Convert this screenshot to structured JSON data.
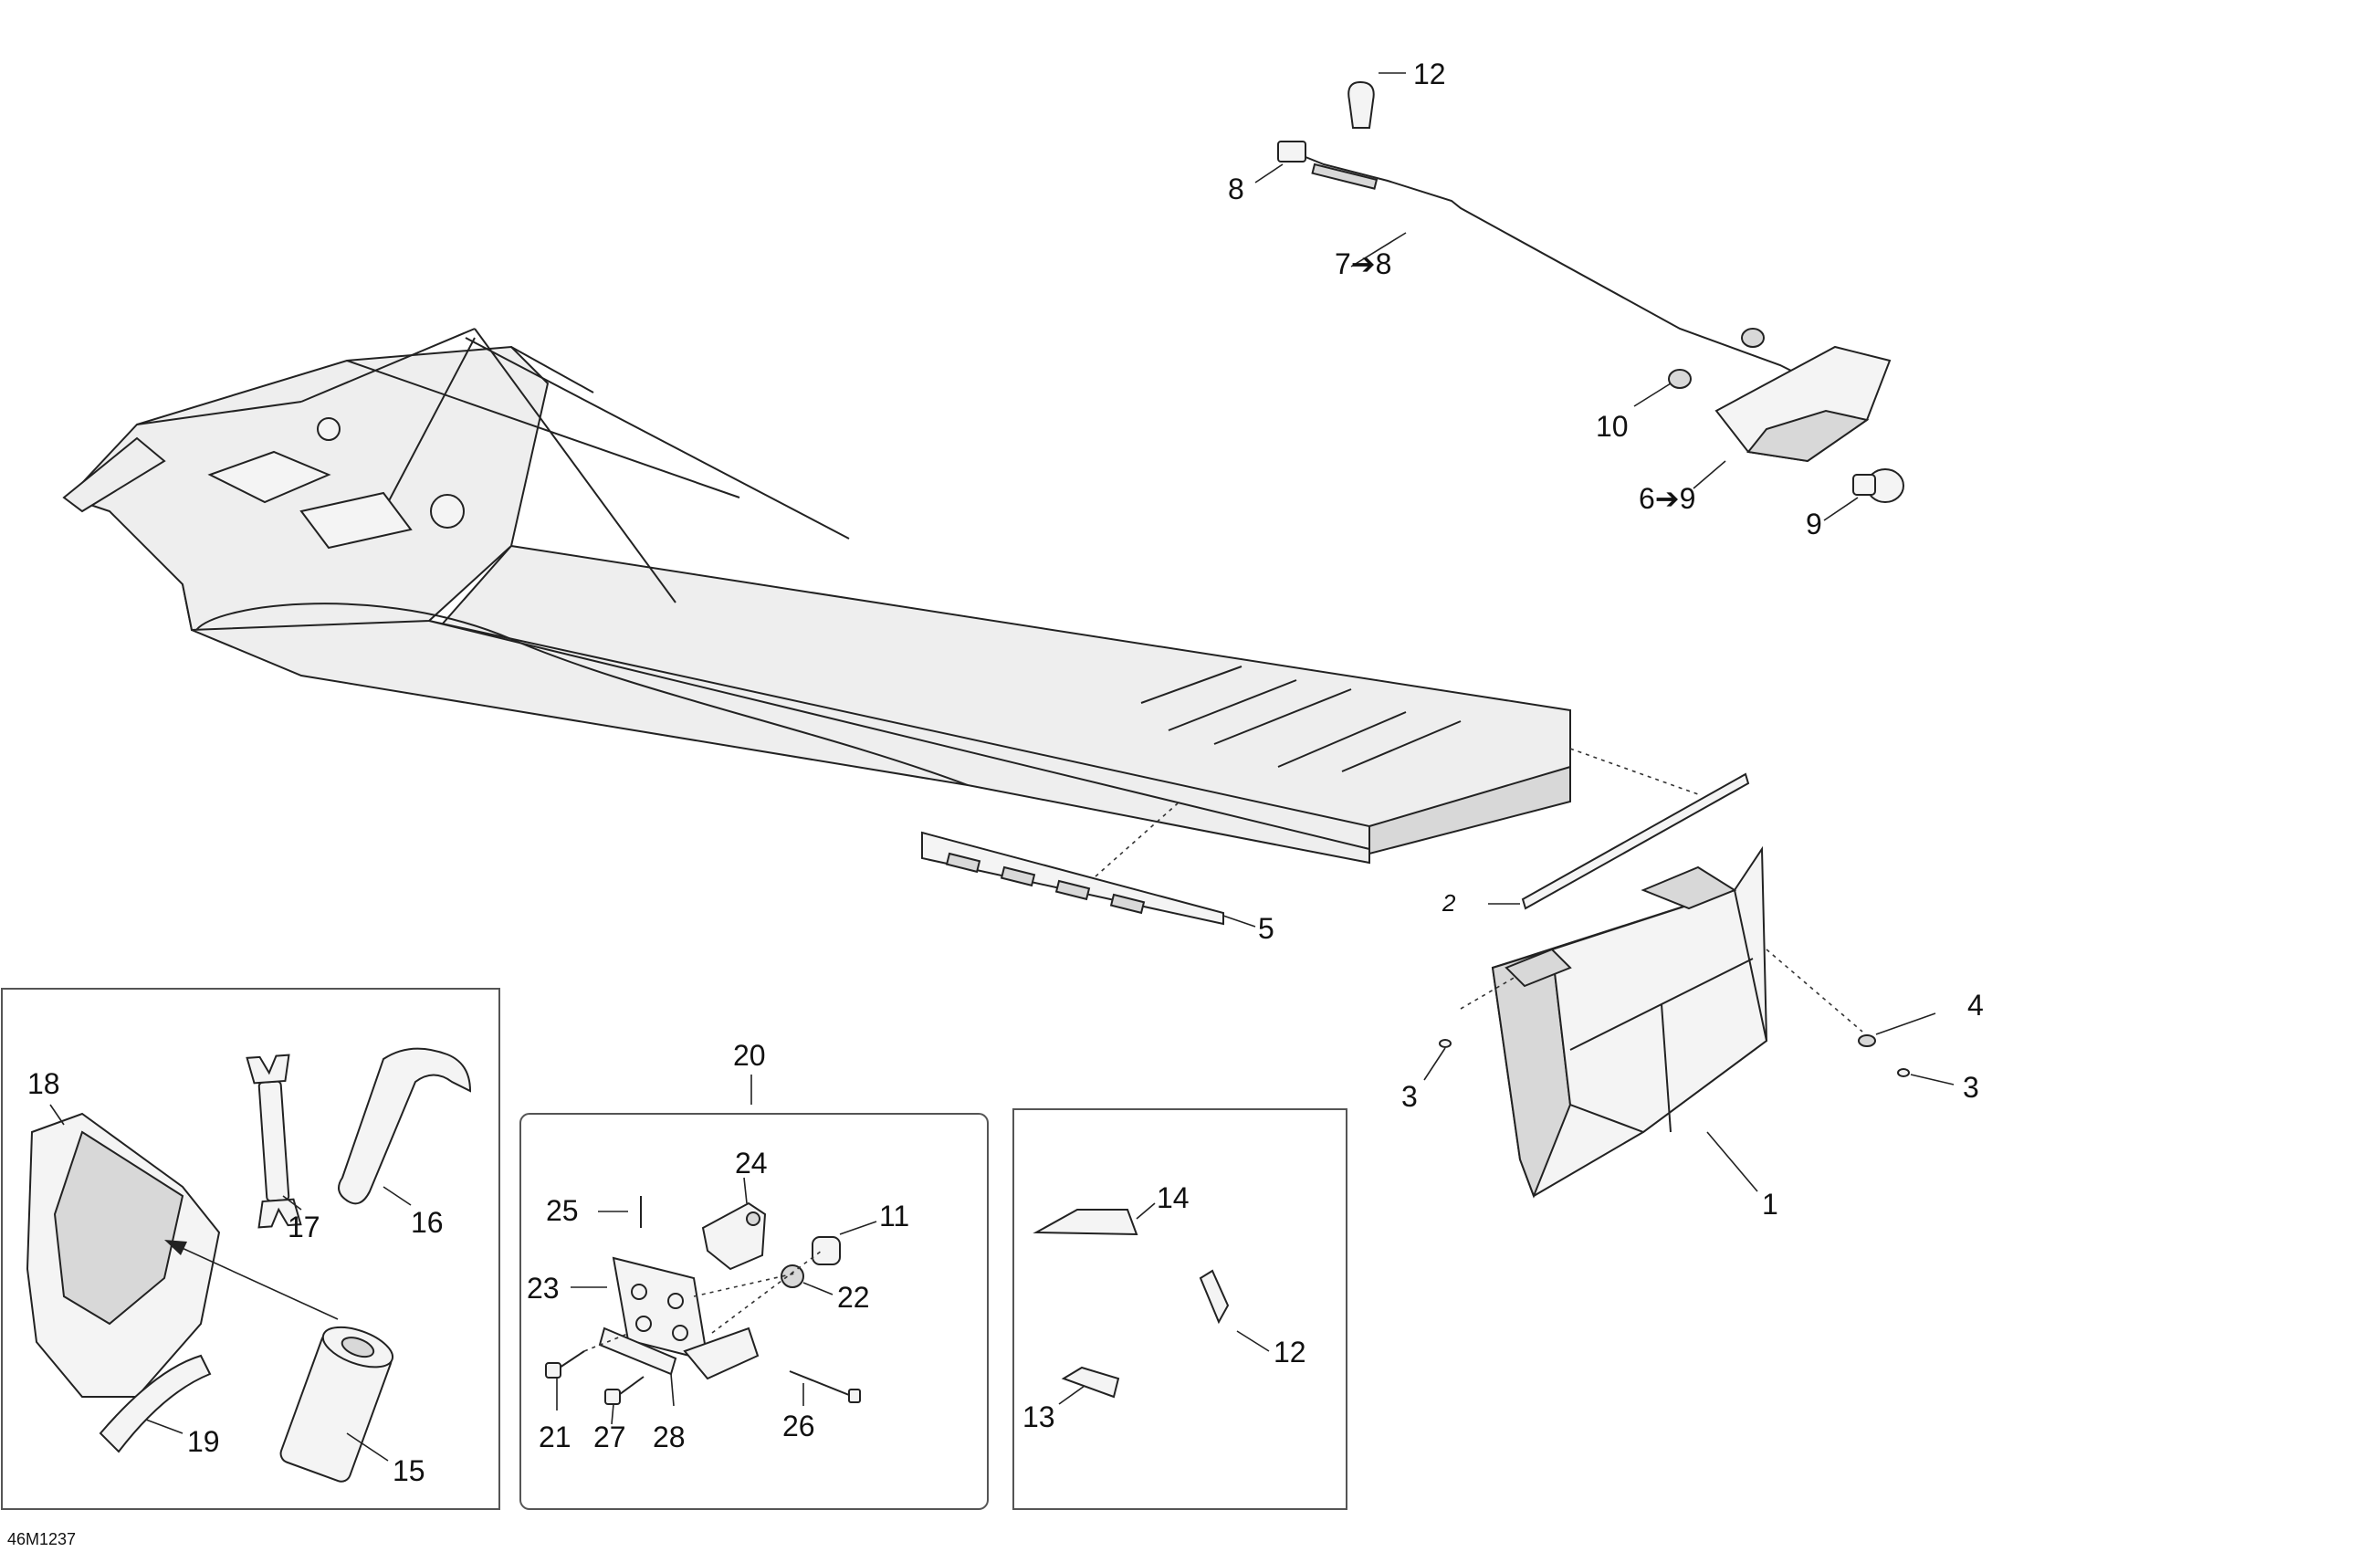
{
  "diagram_code": "46M1237",
  "callouts": {
    "c1": "1",
    "c2": "2",
    "c3a": "3",
    "c3b": "3",
    "c4": "4",
    "c5": "5",
    "c6": "6➔9",
    "c7": "7➔8",
    "c8": "8",
    "c9": "9",
    "c10": "10",
    "c11": "11",
    "c12a": "12",
    "c12b": "12",
    "c13": "13",
    "c14": "14",
    "c15": "15",
    "c16": "16",
    "c17": "17",
    "c18": "18",
    "c19": "19",
    "c20": "20",
    "c21": "21",
    "c22": "22",
    "c23": "23",
    "c24": "24",
    "c25": "25",
    "c26": "26",
    "c27": "27",
    "c28": "28"
  }
}
